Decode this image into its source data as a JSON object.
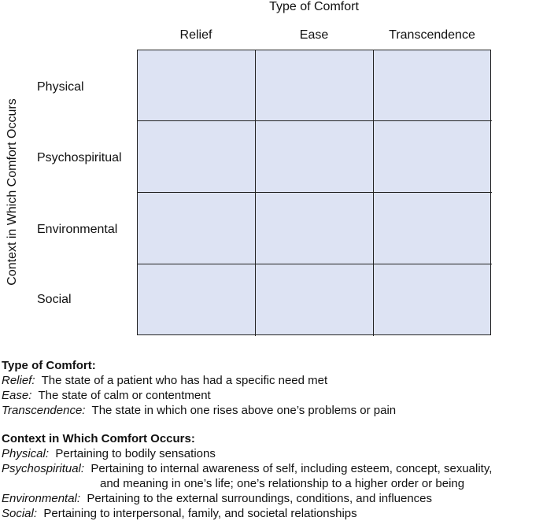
{
  "column_axis_title": "Type of Comfort",
  "row_axis_title": "Context in Which Comfort Occurs",
  "columns": [
    "Relief",
    "Ease",
    "Transcendence"
  ],
  "rows": [
    "Physical",
    "Psychospiritual",
    "Environmental",
    "Social"
  ],
  "colors": {
    "cell_fill": "#dde3f3",
    "grid_line": "#222222"
  },
  "legend_type": {
    "heading": "Type of Comfort:",
    "items": [
      {
        "term": "Relief:",
        "definition": "The state of a patient who has had a specific need met"
      },
      {
        "term": "Ease:",
        "definition": "The state of calm or contentment"
      },
      {
        "term": "Transcendence:",
        "definition": "The state in which one rises above one’s problems or pain"
      }
    ]
  },
  "legend_context": {
    "heading": "Context in Which Comfort Occurs:",
    "items": [
      {
        "term": "Physical:",
        "definition": "Pertaining to bodily sensations"
      },
      {
        "term": "Psychospiritual:",
        "definition": "Pertaining to internal awareness of self, including esteem, concept, sexuality,",
        "continuation": "and meaning in one’s life; one’s relationship to a higher order or being"
      },
      {
        "term": "Environmental:",
        "definition": "Pertaining to the external surroundings, conditions, and influences"
      },
      {
        "term": "Social:",
        "definition": "Pertaining to interpersonal, family, and societal relationships"
      }
    ]
  }
}
